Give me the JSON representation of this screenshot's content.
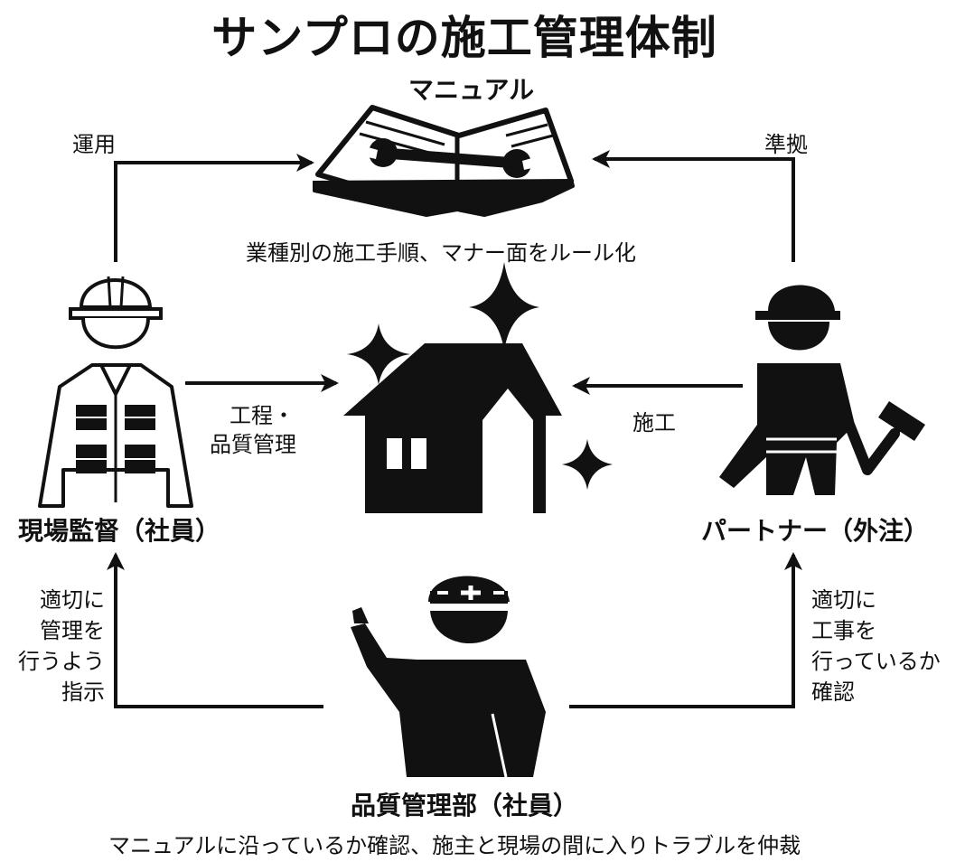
{
  "title": "サンプロの施工管理体制",
  "manual": {
    "label": "マニュアル",
    "description": "業種別の施工手順、マナー面をルール化"
  },
  "supervisor": {
    "label": "現場監督（社員）"
  },
  "partner": {
    "label": "パートナー（外注）"
  },
  "quality_dept": {
    "label": "品質管理部（社員）",
    "description": "マニュアルに沿っているか確認、施主と現場の間に入りトラブルを仲裁"
  },
  "arrows": {
    "supervisor_to_manual": "運用",
    "partner_to_manual": "準拠",
    "supervisor_to_house": [
      "工程・",
      "品質管理"
    ],
    "partner_to_house": "施工",
    "quality_to_supervisor": [
      "適切に",
      "管理を",
      "行うよう",
      "指示"
    ],
    "quality_to_partner": [
      "適切に",
      "工事を",
      "行っているか",
      "確認"
    ]
  },
  "colors": {
    "ink": "#111111",
    "background": "#ffffff"
  },
  "icons": [
    "manual-book-icon",
    "wrench-icon",
    "house-icon",
    "sparkle-icon",
    "supervisor-worker-icon",
    "partner-worker-icon",
    "hammer-icon",
    "quality-inspector-icon"
  ]
}
